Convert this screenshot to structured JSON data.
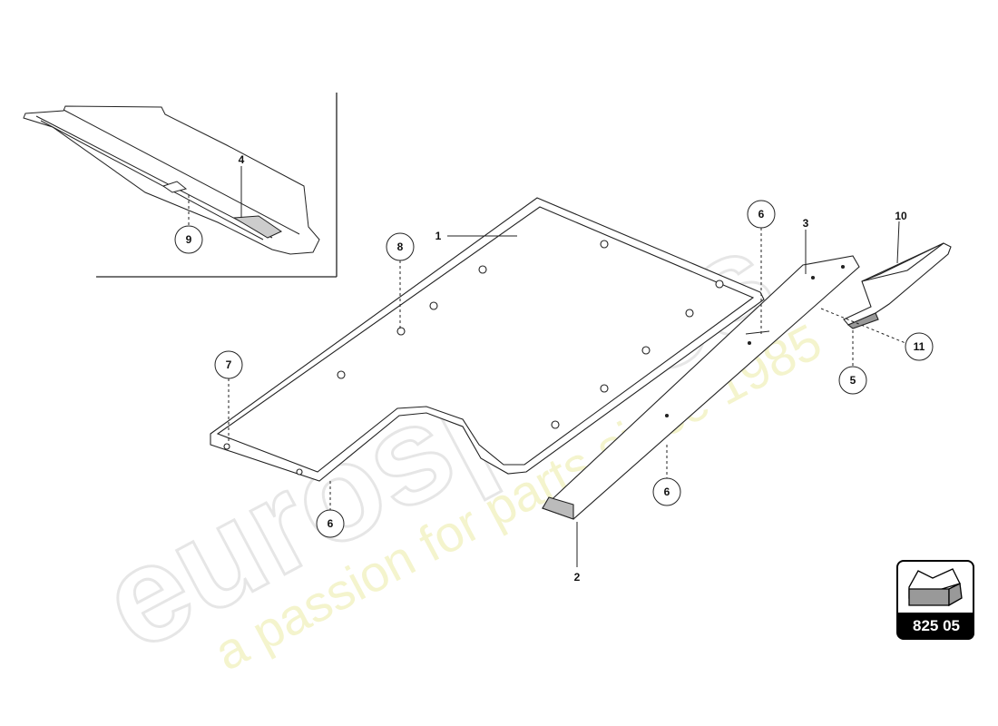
{
  "watermark": {
    "brand": "eurospares",
    "tagline": "a passion for parts since 1985"
  },
  "callouts": {
    "c1": "1",
    "c2": "2",
    "c3": "3",
    "c4": "4",
    "c5": "5",
    "c6a": "6",
    "c6b": "6",
    "c6c": "6",
    "c7": "7",
    "c8": "8",
    "c9": "9",
    "c10": "10",
    "c11": "11"
  },
  "badge": {
    "code": "825 05",
    "icon": "arrow-direction-icon"
  }
}
